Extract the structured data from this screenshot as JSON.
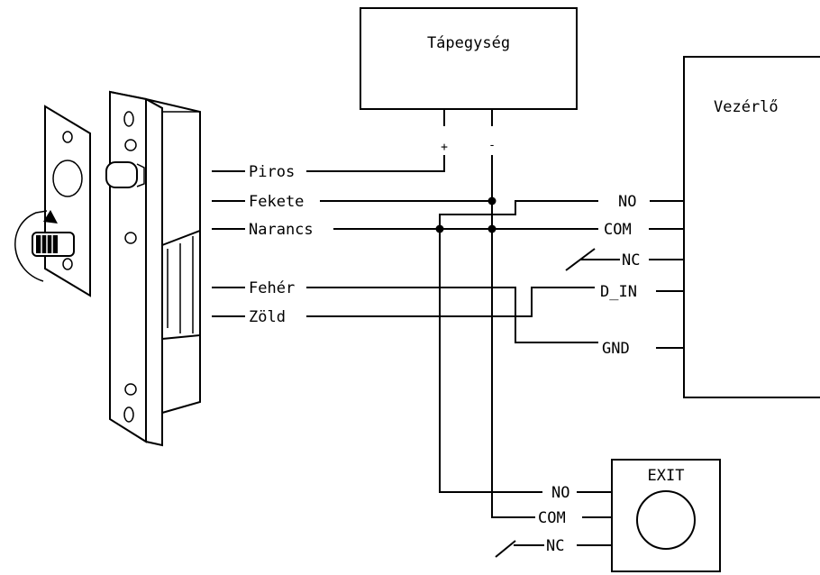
{
  "power_supply": {
    "label": "Tápegység",
    "plus": "+",
    "minus": "-"
  },
  "controller": {
    "label": "Vezérlő"
  },
  "lock_wires": [
    "Piros",
    "Fekete",
    "Narancs",
    "Fehér",
    "Zöld"
  ],
  "controller_terminals": [
    "NO",
    "COM",
    "NC",
    "D_IN",
    "GND"
  ],
  "exit_button": {
    "label": "EXIT",
    "terminals": [
      "NO",
      "COM",
      "NC"
    ]
  },
  "icons": [
    "door-lock-strike-icon",
    "door-latch-plate-icon",
    "push-button-icon"
  ]
}
